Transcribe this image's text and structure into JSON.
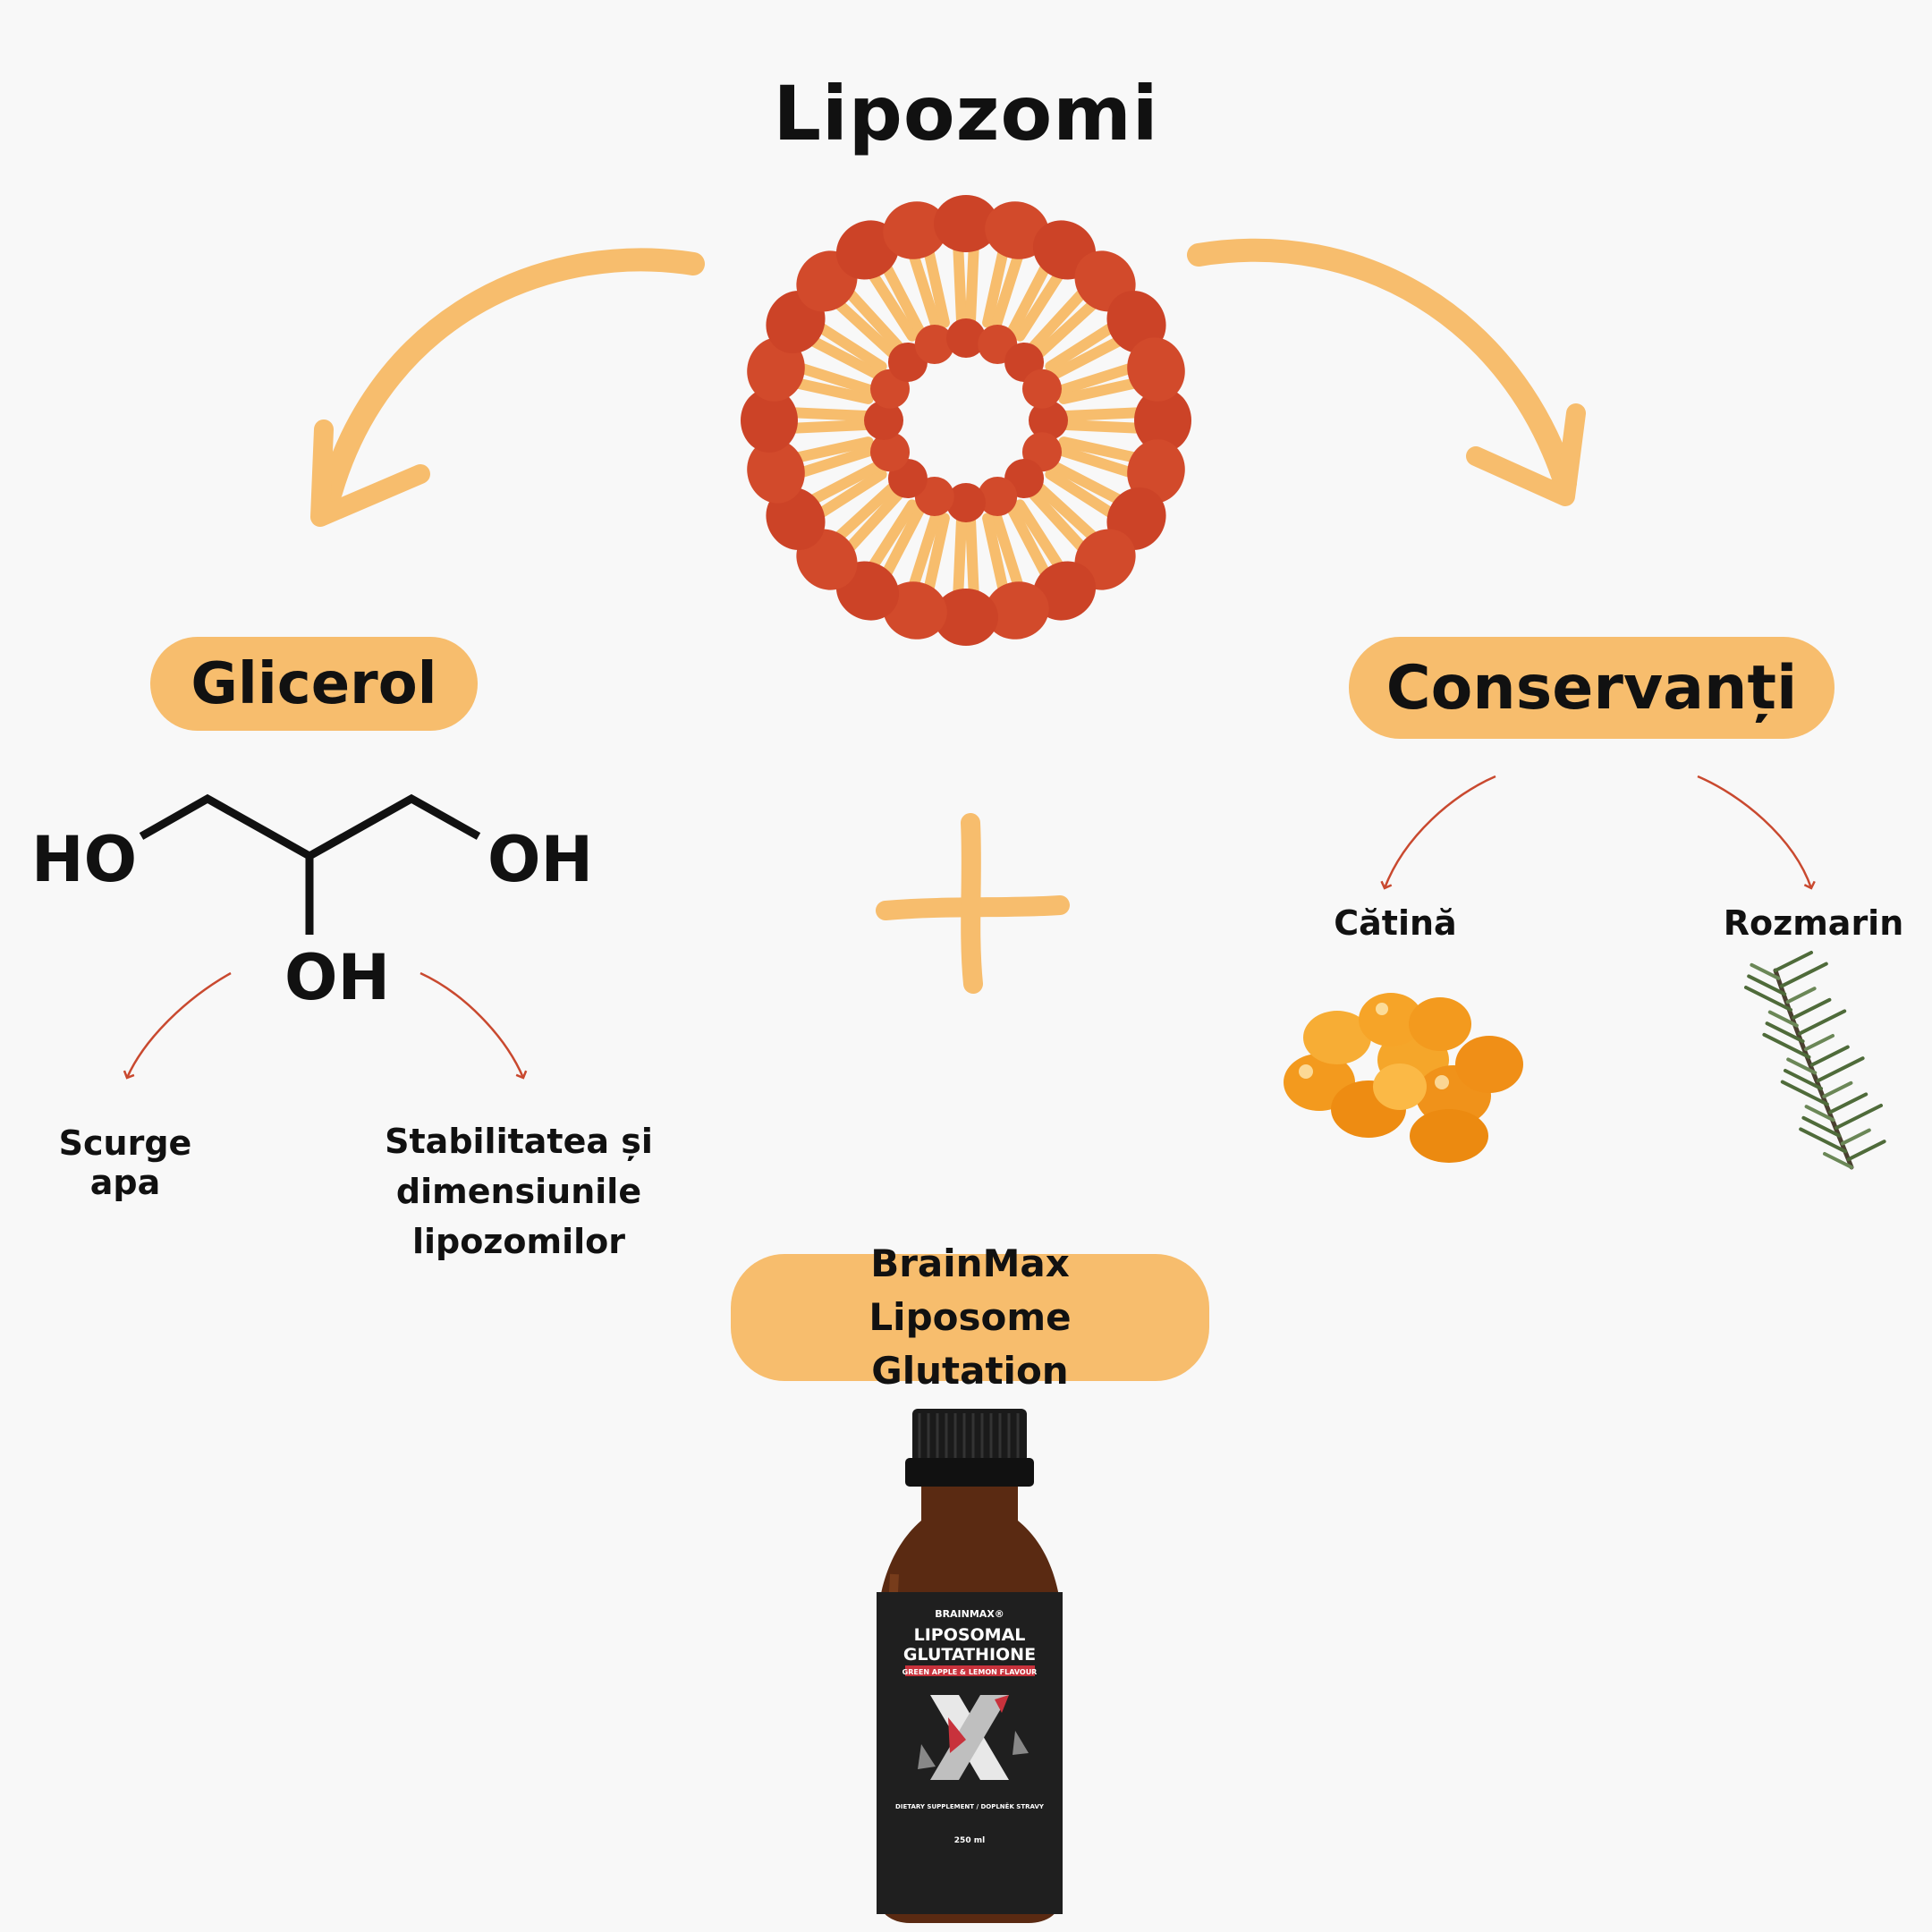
{
  "title": "Lipozomi",
  "glicerol": {
    "label": "Glicerol",
    "groups": [
      "HO",
      "OH",
      "OH"
    ],
    "effects": [
      "Scurge apa",
      "Stabilitatea și dimensiunile lipozomilor"
    ]
  },
  "conservanti": {
    "label": "Conservanți",
    "items": [
      "Cătină",
      "Rozmarin"
    ]
  },
  "product": {
    "label": "BrainMax Liposome Glutation",
    "bottle": {
      "brand": "BRAINMAX®",
      "name_line1": "LIPOSOMAL",
      "name_line2": "GLUTATHIONE",
      "flavour": "GREEN APPLE & LEMON FLAVOUR",
      "type": "DIETARY SUPPLEMENT / DOPLNĚK STRAVY",
      "volume": "250 ml"
    }
  },
  "colors": {
    "background": "#f8f8f8",
    "accent_orange": "#f7bd6d",
    "head_red": "#cc4327",
    "arrow_red": "#c9492f"
  }
}
